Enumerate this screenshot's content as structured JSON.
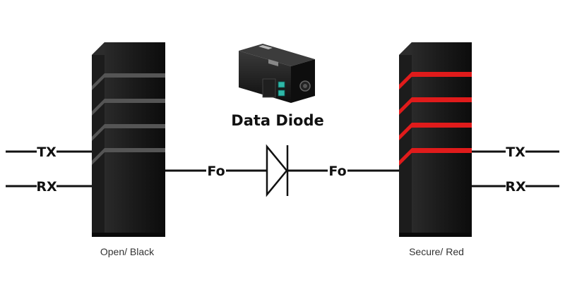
{
  "title": "Data Diode",
  "open_server": {
    "caption": "Open/ Black",
    "tx_label": "TX",
    "rx_label": "RX",
    "stripe_color": "#555555"
  },
  "secure_server": {
    "caption": "Secure/ Red",
    "tx_label": "TX",
    "rx_label": "RX",
    "stripe_color": "#e01b1b"
  },
  "links": {
    "left_label": "Fo",
    "right_label": "Fo"
  },
  "device": {
    "icon": "data-diode-device-icon",
    "port_color": "#2fb8a8"
  },
  "colors": {
    "line": "#111111",
    "server_body": "#151515"
  }
}
